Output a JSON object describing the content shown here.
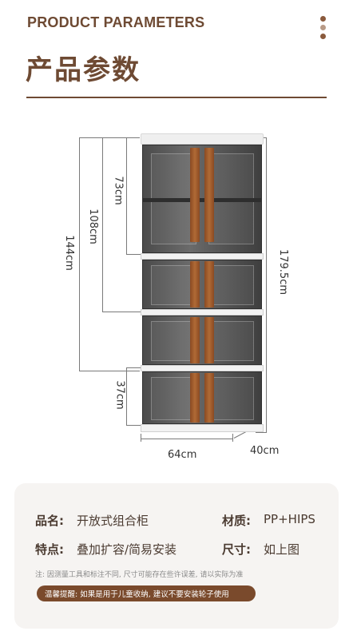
{
  "header": {
    "title_en": "PRODUCT PARAMETERS",
    "title_cn": "产品参数",
    "menu_icon": "vertical-dots-icon",
    "dot_colors": [
      "#8a5a3c",
      "#b89a86",
      "#8a5a3c"
    ]
  },
  "colors": {
    "brand": "#6e4a33",
    "handle": "#a05c2e",
    "card_bg": "#f6f4f2",
    "warn_bg": "#7a4a2c"
  },
  "dimensions": {
    "box_height": "73cm",
    "mid_height": "108cm",
    "left_height": "144cm",
    "total_height": "179.5cm",
    "bottom_height": "37cm",
    "width": "64cm",
    "depth": "40cm"
  },
  "specs": {
    "name_label": "品名:",
    "name_value": "开放式组合柜",
    "material_label": "材质:",
    "material_value": "PP+HIPS",
    "feature_label": "特点:",
    "feature_value": "叠加扩容/简易安装",
    "size_label": "尺寸:",
    "size_value": "如上图",
    "note": "注: 因测量工具和标注不同, 尺寸可能存在些许误差, 请以实际为准",
    "warning": "温馨提醒: 如果是用于儿童收纳, 建议不要安装轮子使用"
  }
}
